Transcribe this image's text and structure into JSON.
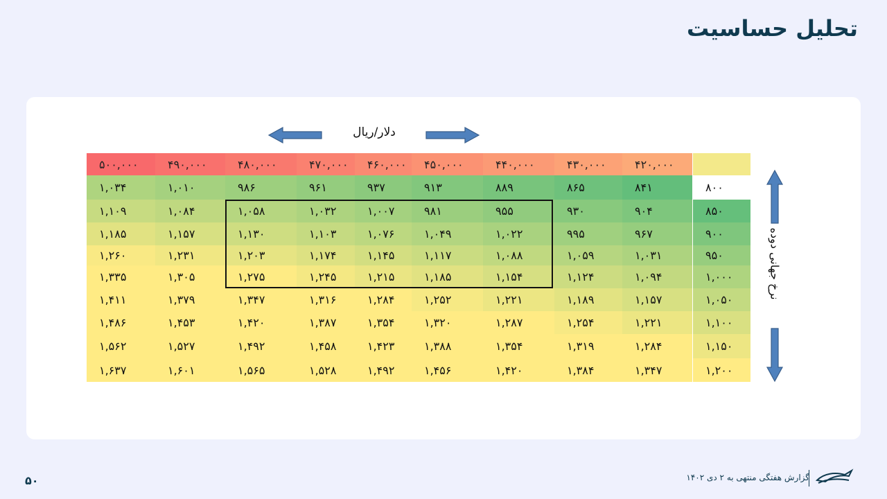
{
  "title": "تحلیل حساسیت",
  "x_axis_label": "دلار/ریال",
  "y_axis_label": "نرخ جهانی دوده",
  "corner_label": "",
  "columns": [
    "۵۰۰,۰۰۰",
    "۴۹۰,۰۰۰",
    "۴۸۰,۰۰۰",
    "۴۷۰,۰۰۰",
    "۴۶۰,۰۰۰",
    "۴۵۰,۰۰۰",
    "۴۴۰,۰۰۰",
    "۴۳۰,۰۰۰",
    "۴۲۰,۰۰۰"
  ],
  "rows": [
    {
      "rate": "۸۰۰",
      "values": [
        "۱,۰۳۴",
        "۱,۰۱۰",
        "۹۸۶",
        "۹۶۱",
        "۹۳۷",
        "۹۱۳",
        "۸۸۹",
        "۸۶۵",
        "۸۴۱"
      ]
    },
    {
      "rate": "۸۵۰",
      "values": [
        "۱,۱۰۹",
        "۱,۰۸۴",
        "۱,۰۵۸",
        "۱,۰۳۲",
        "۱,۰۰۷",
        "۹۸۱",
        "۹۵۵",
        "۹۳۰",
        "۹۰۴"
      ]
    },
    {
      "rate": "۹۰۰",
      "values": [
        "۱,۱۸۵",
        "۱,۱۵۷",
        "۱,۱۳۰",
        "۱,۱۰۳",
        "۱,۰۷۶",
        "۱,۰۴۹",
        "۱,۰۲۲",
        "۹۹۵",
        "۹۶۷"
      ]
    },
    {
      "rate": "۹۵۰",
      "values": [
        "۱,۲۶۰",
        "۱,۲۳۱",
        "۱,۲۰۳",
        "۱,۱۷۴",
        "۱,۱۴۵",
        "۱,۱۱۷",
        "۱,۰۸۸",
        "۱,۰۵۹",
        "۱,۰۳۱"
      ]
    },
    {
      "rate": "۱,۰۰۰",
      "values": [
        "۱,۳۳۵",
        "۱,۳۰۵",
        "۱,۲۷۵",
        "۱,۲۴۵",
        "۱,۲۱۵",
        "۱,۱۸۵",
        "۱,۱۵۴",
        "۱,۱۲۴",
        "۱,۰۹۴"
      ]
    },
    {
      "rate": "۱,۰۵۰",
      "values": [
        "۱,۴۱۱",
        "۱,۳۷۹",
        "۱,۳۴۷",
        "۱,۳۱۶",
        "۱,۲۸۴",
        "۱,۲۵۲",
        "۱,۲۲۱",
        "۱,۱۸۹",
        "۱,۱۵۷"
      ]
    },
    {
      "rate": "۱,۱۰۰",
      "values": [
        "۱,۴۸۶",
        "۱,۴۵۳",
        "۱,۴۲۰",
        "۱,۳۸۷",
        "۱,۳۵۴",
        "۱,۳۲۰",
        "۱,۲۸۷",
        "۱,۲۵۴",
        "۱,۲۲۱"
      ]
    },
    {
      "rate": "۱,۱۵۰",
      "values": [
        "۱,۵۶۲",
        "۱,۵۲۷",
        "۱,۴۹۲",
        "۱,۴۵۸",
        "۱,۴۲۳",
        "۱,۳۸۸",
        "۱,۳۵۴",
        "۱,۳۱۹",
        "۱,۲۸۴"
      ]
    },
    {
      "rate": "۱,۲۰۰",
      "values": [
        "۱,۶۳۷",
        "۱,۶۰۱",
        "۱,۵۶۵",
        "۱,۵۲۸",
        "۱,۴۹۲",
        "۱,۴۵۶",
        "۱,۴۲۰",
        "۱,۳۸۴",
        "۱,۳۴۷"
      ]
    }
  ],
  "table_numeric": {
    "columns": [
      500000,
      490000,
      480000,
      470000,
      460000,
      450000,
      440000,
      430000,
      420000
    ],
    "rates": [
      800,
      850,
      900,
      950,
      1000,
      1050,
      1100,
      1150,
      1200
    ],
    "values": [
      [
        1034,
        1010,
        986,
        961,
        937,
        913,
        889,
        865,
        841
      ],
      [
        1109,
        1084,
        1058,
        1032,
        1007,
        981,
        955,
        930,
        904
      ],
      [
        1185,
        1157,
        1130,
        1103,
        1076,
        1049,
        1022,
        995,
        967
      ],
      [
        1260,
        1231,
        1203,
        1174,
        1145,
        1117,
        1088,
        1059,
        1031
      ],
      [
        1335,
        1305,
        1275,
        1245,
        1215,
        1185,
        1154,
        1124,
        1094
      ],
      [
        1411,
        1379,
        1347,
        1316,
        1284,
        1252,
        1221,
        1189,
        1157
      ],
      [
        1486,
        1453,
        1420,
        1387,
        1354,
        1320,
        1287,
        1254,
        1221
      ],
      [
        1562,
        1527,
        1492,
        1458,
        1423,
        1388,
        1354,
        1319,
        1284
      ],
      [
        1637,
        1601,
        1565,
        1528,
        1492,
        1456,
        1420,
        1384,
        1347
      ]
    ]
  },
  "highlight": {
    "rows": [
      "۸۵۰",
      "۱,۰۰۰"
    ],
    "columns": [
      "۴۸۰,۰۰۰",
      "۴۴۰,۰۰۰"
    ]
  },
  "colors": {
    "header_red": "#f8696b",
    "heat_green": "#63be7b",
    "heat_yellow": "#ffeb84",
    "arrow_fill": "#4f81bd",
    "arrow_stroke": "#385d8a",
    "title_color": "#0f3a4f"
  },
  "footer": {
    "page_number": "۵۰",
    "report_text": "گزارش هفتگی منتهی به ۲ دی ۱۴۰۲",
    "logo_icon": "company-logo-icon"
  }
}
